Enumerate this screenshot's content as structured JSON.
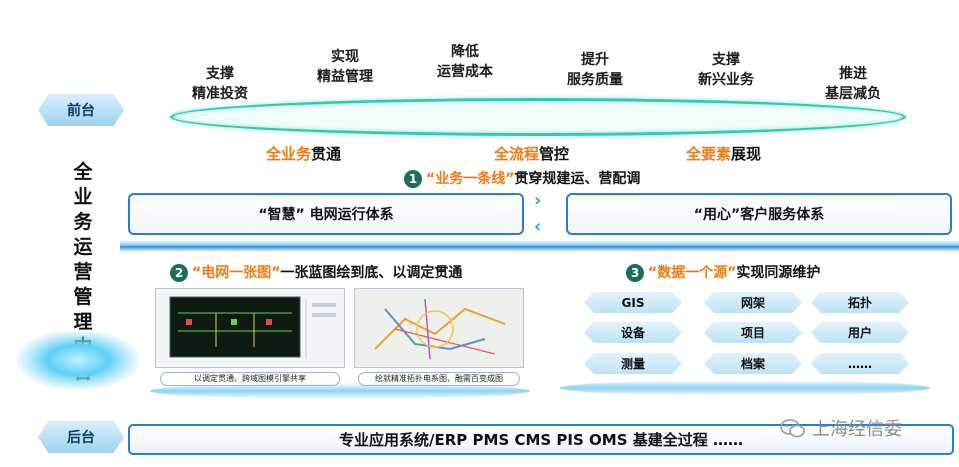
{
  "layers": {
    "front": "前台",
    "middle": "全业务运营管理中台",
    "back": "后台"
  },
  "goals": [
    {
      "line1": "支撑",
      "line2": "精准投资"
    },
    {
      "line1": "实现",
      "line2": "精益管理"
    },
    {
      "line1": "降低",
      "line2": "运营成本"
    },
    {
      "line1": "提升",
      "line2": "服务质量"
    },
    {
      "line1": "支撑",
      "line2": "新兴业务"
    },
    {
      "line1": "推进",
      "line2": "基层减负"
    }
  ],
  "pillars": [
    {
      "accent": "全业务",
      "rest": "贯通"
    },
    {
      "accent": "全流程",
      "rest": "管控"
    },
    {
      "accent": "全要素",
      "rest": "展现"
    }
  ],
  "section1": {
    "num": "1",
    "accent": "“业务一条线”",
    "rest": "贯穿规建运、营配调",
    "left_box": "“智慧” 电网运行体系",
    "right_box": "“用心”客户服务体系"
  },
  "section2": {
    "num": "2",
    "accent": "“电网一张图”",
    "rest": "一张蓝图绘到底、以调定贯通",
    "caption_left": "以调定贯通、跨域图模引擎共享",
    "caption_right": "绘就精准拓扑电系图、融需百变成图"
  },
  "section3": {
    "num": "3",
    "accent": "“数据一个源”",
    "rest": "实现同源维护",
    "items": [
      "GIS",
      "网架",
      "拓扑",
      "设备",
      "项目",
      "用户",
      "测量",
      "档案",
      "……"
    ]
  },
  "backend": "专业应用系统/ERP PMS CMS PIS OMS 基建全过程 ……",
  "watermark": "上海经信委",
  "colors": {
    "accent_orange": "#f07a13",
    "frame_blue": "#2b7ec9",
    "ring_teal": "#32c8b2",
    "badge_green": "#1e6e5e"
  }
}
